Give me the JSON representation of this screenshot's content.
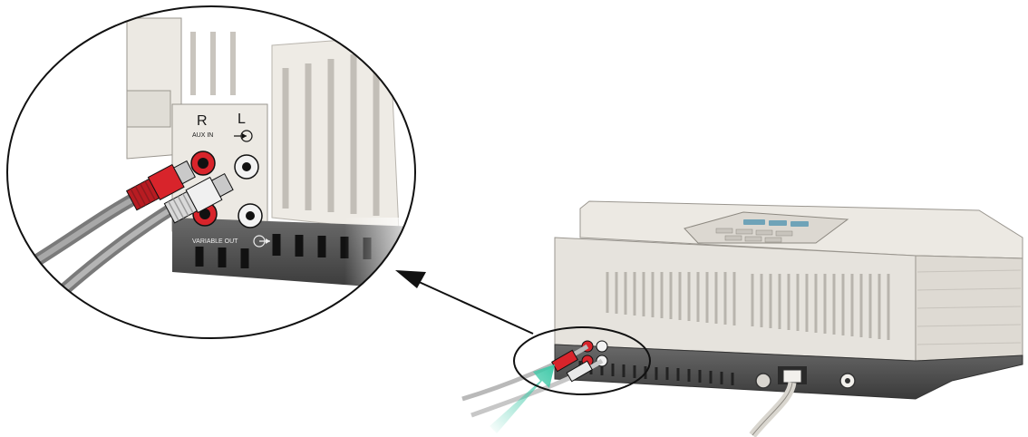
{
  "diagram": {
    "labels": {
      "right_channel": "R",
      "left_channel": "L",
      "aux_in": "AUX IN",
      "variable_out": "VARIABLE OUT"
    },
    "colors": {
      "unit_body": "#ece9e3",
      "unit_shadow": "#cfcbc4",
      "base_dark": "#4a4a4a",
      "plug_red": "#d8242b",
      "plug_white": "#e8e8e8",
      "cable_gray": "#8a8a8a",
      "arrow_teal": "#3fc9a8",
      "outline": "#111111"
    },
    "icons": [
      "input-arrow-icon",
      "output-arrow-icon",
      "insert-direction-arrow",
      "zoom-callout-arrow"
    ]
  }
}
